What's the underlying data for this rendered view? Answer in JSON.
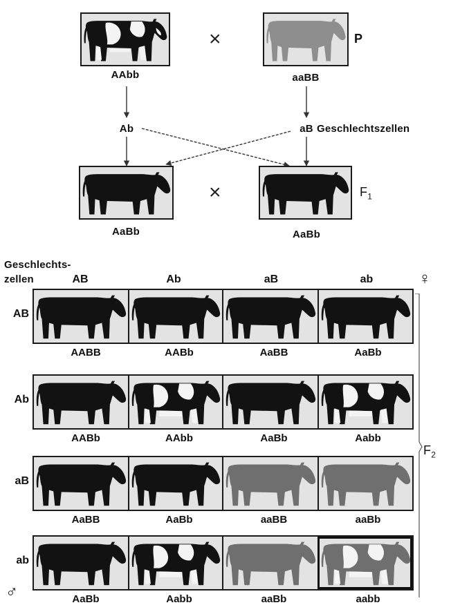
{
  "parents": {
    "left_genotype": "AAbb",
    "right_genotype": "aaBB",
    "generation_label": "P",
    "cross_symbol": "×"
  },
  "gametes": {
    "left": "Ab",
    "right": "aB",
    "label": "Geschlechtszellen"
  },
  "f1": {
    "left_genotype": "AaBb",
    "right_genotype": "AaBb",
    "generation_label": "F",
    "generation_sub": "1",
    "cross_symbol": "×"
  },
  "punnett": {
    "header_line1": "Geschlechts-",
    "header_line2": "zellen",
    "female_symbol": "♀",
    "male_symbol": "♂",
    "generation_label": "F",
    "generation_sub": "2",
    "column_gametes": [
      "AB",
      "Ab",
      "aB",
      "ab"
    ],
    "row_gametes": [
      "AB",
      "Ab",
      "aB",
      "ab"
    ],
    "genotypes": [
      [
        "AABB",
        "AABb",
        "AaBB",
        "AaBb"
      ],
      [
        "AABb",
        "AAbb",
        "AaBb",
        "Aabb"
      ],
      [
        "AaBB",
        "AaBb",
        "aaBB",
        "aaBb"
      ],
      [
        "AaBb",
        "Aabb",
        "aaBb",
        "aabb"
      ]
    ],
    "phenotypes": [
      [
        "black",
        "black",
        "black",
        "black"
      ],
      [
        "black",
        "black-spotted",
        "black",
        "black-spotted"
      ],
      [
        "black",
        "black",
        "red",
        "red"
      ],
      [
        "black",
        "black-spotted",
        "red",
        "red-spotted"
      ]
    ]
  },
  "colors": {
    "black": "#121212",
    "red": "#6f6f6f",
    "parent_red": "#8e8e8e",
    "white": "#f4f4f4",
    "cell_bg": "#e3e3e3",
    "border": "#1a1a1a"
  }
}
